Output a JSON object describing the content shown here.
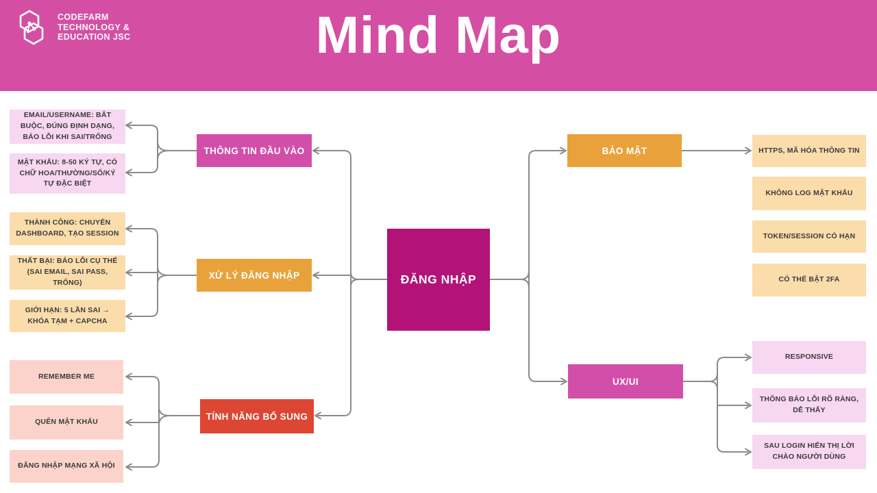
{
  "header": {
    "logo_text": "CODEFARM\nTECHNOLOGY &\nEDUCATION JSC",
    "title": "Mind Map"
  },
  "colors": {
    "header_background": "#d44fa4",
    "center_node": "#b31378",
    "branch_magenta": "#d24fa9",
    "branch_orange": "#e9a23b",
    "branch_red": "#dc4632",
    "child_light_pink": "#f8d7f0",
    "child_light_orange": "#fbdcab",
    "child_light_salmon": "#fcd3ca",
    "connector_gray": "#8a8a8a",
    "title_text": "#ffffff"
  },
  "mindmap": {
    "center_label": "ĐĂNG NHẬP",
    "branches": [
      {
        "label": "THÔNG TIN ĐẦU VÀO",
        "children": [
          "EMAIL/USERNAME: BẮT BUỘC, ĐÚNG ĐỊNH DẠNG, BÁO LỖI KHI SAI/TRỐNG",
          "MẬT KHẨU: 8-50 KÝ TỰ, CÓ CHỮ HOA/THƯỜNG/SỐ/KÝ TỰ ĐẶC BIỆT"
        ]
      },
      {
        "label": "XỬ LÝ ĐĂNG NHẬP",
        "children": [
          "THÀNH CÔNG: CHUYỂN DASHBOARD, TẠO SESSION",
          "THẤT BẠI: BÁO LỖI CỤ THỂ (SAI EMAIL, SAI PASS, TRỐNG)",
          "GIỚI HẠN: 5 LẦN SAI → KHÓA TẠM + CAPCHA"
        ]
      },
      {
        "label": "TÍNH NĂNG BỔ SUNG",
        "children": [
          "REMEMBER ME",
          "QUÊN MẬT KHẨU",
          "ĐĂNG NHẬP MẠNG XÃ HỘI"
        ]
      },
      {
        "label": "BẢO MẬT",
        "children": [
          "HTTPS, MÃ HÓA THÔNG TIN",
          "KHÔNG LOG MẬT KHẨU",
          "TOKEN/SESSION CÓ HẠN",
          "CÓ THỂ BẬT 2FA"
        ]
      },
      {
        "label": "UX/UI",
        "children": [
          "RESPONSIVE",
          "THÔNG BÁO LỖI RÕ RÀNG, DỄ THẤY",
          "SAU LOGIN HIỂN THỊ LỜI CHÀO NGƯỜI DÙNG"
        ]
      }
    ]
  }
}
